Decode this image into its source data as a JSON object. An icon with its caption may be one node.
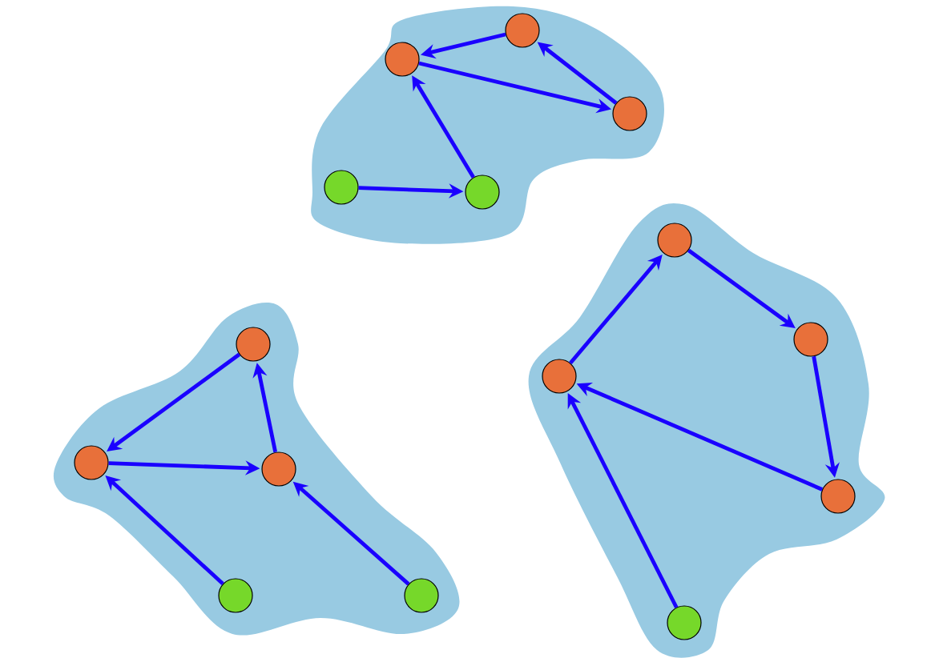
{
  "diagram": {
    "nodes": [
      {
        "text": [],
        "shape": "cloud"
      },
      {
        "text": [],
        "shape": "circle",
        "in": 0
      },
      {
        "text": [],
        "shape": "circle",
        "in": 0
      },
      {
        "text": [],
        "shape": "circle",
        "in": 0
      },
      {
        "text": [],
        "shape": "circle",
        "in": 0
      },
      {
        "text": [],
        "shape": "circle",
        "in": 0
      },
      {
        "text": [],
        "shape": "cloud"
      },
      {
        "text": [],
        "shape": "circle",
        "in": 6
      },
      {
        "text": [],
        "shape": "circle",
        "in": 6
      },
      {
        "text": [],
        "shape": "circle",
        "in": 6
      },
      {
        "text": [],
        "shape": "circle",
        "in": 6
      },
      {
        "text": [],
        "shape": "circle",
        "in": 6
      },
      {
        "text": [],
        "shape": "cloud"
      },
      {
        "text": [],
        "shape": "circle",
        "in": 12
      },
      {
        "text": [],
        "shape": "circle",
        "in": 12
      },
      {
        "text": [],
        "shape": "circle",
        "in": 12
      },
      {
        "text": [],
        "shape": "circle",
        "in": 12
      },
      {
        "text": [],
        "shape": "circle",
        "in": 12
      }
    ],
    "edges": [
      {
        "from": 2,
        "to": 1,
        "arrow": "to"
      },
      {
        "from": 1,
        "to": 3,
        "arrow": "to"
      },
      {
        "from": 3,
        "to": 2,
        "arrow": "to"
      },
      {
        "from": 4,
        "to": 5,
        "arrow": "to"
      },
      {
        "from": 5,
        "to": 1,
        "arrow": "to"
      },
      {
        "from": 7,
        "to": 8,
        "arrow": "to"
      },
      {
        "from": 8,
        "to": 9,
        "arrow": "to"
      },
      {
        "from": 9,
        "to": 7,
        "arrow": "to"
      },
      {
        "from": 10,
        "to": 8,
        "arrow": "to"
      },
      {
        "from": 11,
        "to": 9,
        "arrow": "to"
      },
      {
        "from": 15,
        "to": 13,
        "arrow": "to"
      },
      {
        "from": 13,
        "to": 14,
        "arrow": "to"
      },
      {
        "from": 14,
        "to": 16,
        "arrow": "to"
      },
      {
        "from": 16,
        "to": 15,
        "arrow": "to"
      },
      {
        "from": 17,
        "to": 15,
        "arrow": "to"
      }
    ]
  }
}
